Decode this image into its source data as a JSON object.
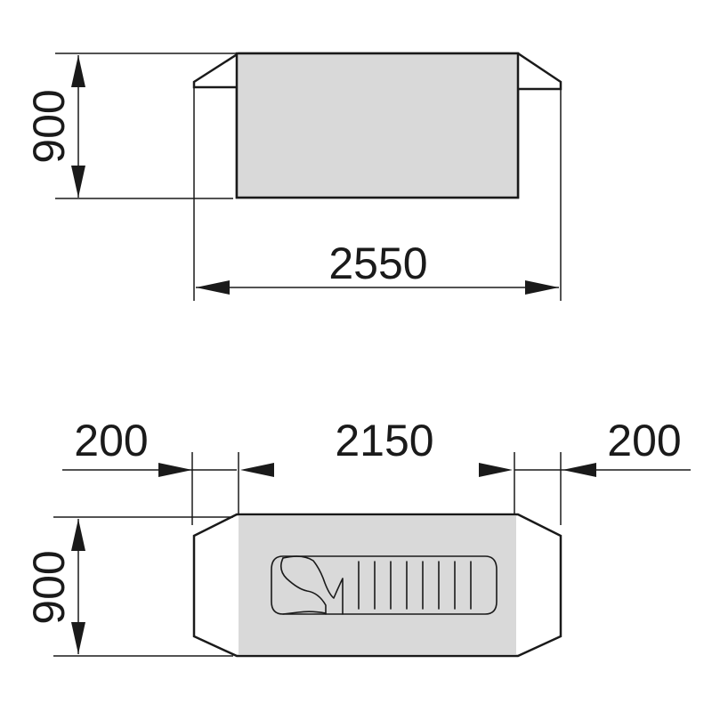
{
  "top_view": {
    "height_label": "900",
    "width_label": "2550"
  },
  "bottom_view": {
    "left_label": "200",
    "center_label": "2150",
    "right_label": "200",
    "height_label": "900"
  },
  "colors": {
    "line": "#1a1a1a",
    "panel_fill": "#d9d9d9",
    "background": "#ffffff"
  },
  "icons": {
    "sleeping_bag": "sleeping-bag-icon"
  }
}
